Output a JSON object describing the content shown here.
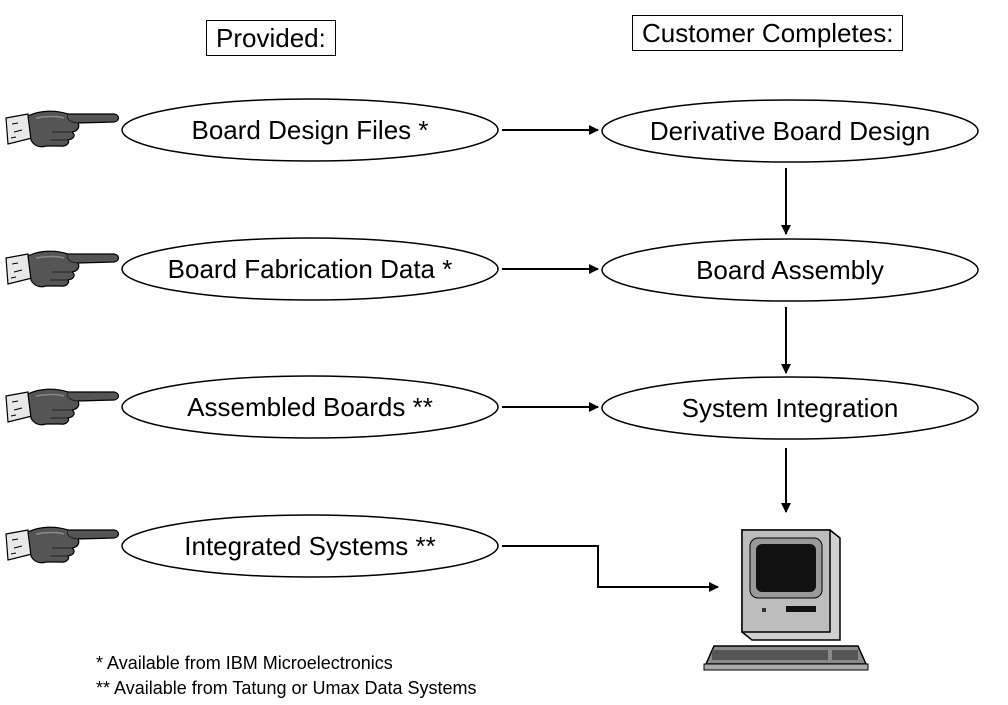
{
  "headers": {
    "provided": "Provided:",
    "customer": "Customer Completes:"
  },
  "provided_items": [
    "Board Design Files *",
    "Board Fabrication Data *",
    "Assembled Boards **",
    "Integrated Systems **"
  ],
  "customer_steps": [
    "Derivative Board Design",
    "Board Assembly",
    "System Integration"
  ],
  "footnotes": [
    "*  Available from IBM Microelectronics",
    "** Available from Tatung or Umax Data Systems"
  ],
  "icons": {
    "pointer": "pointing-hand-icon",
    "endpoint": "desktop-computer-icon"
  }
}
